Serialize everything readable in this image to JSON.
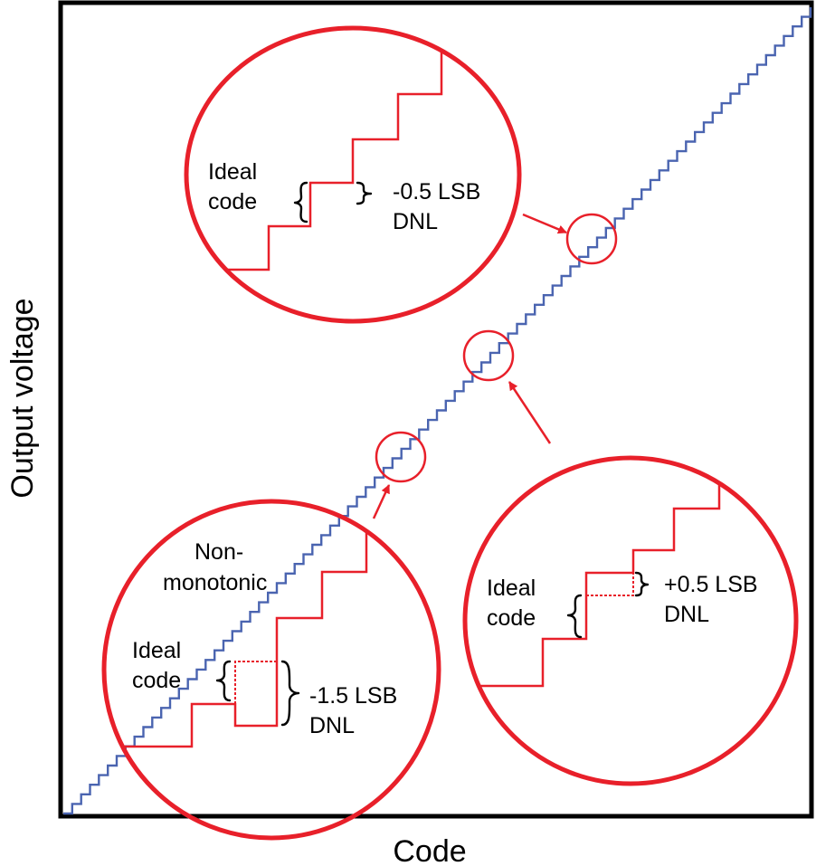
{
  "axes": {
    "x_label": "Code",
    "y_label": "Output voltage"
  },
  "colors": {
    "staircase": "#4a64b0",
    "highlight": "#e8202a",
    "frame": "#000000"
  },
  "callouts": {
    "top": {
      "ideal_line1": "Ideal",
      "ideal_line2": "code",
      "dnl_line1": "-0.5 LSB",
      "dnl_line2": "DNL"
    },
    "right": {
      "ideal_line1": "Ideal",
      "ideal_line2": "code",
      "dnl_line1": "+0.5 LSB",
      "dnl_line2": "DNL"
    },
    "left": {
      "caption_line1": "Non-",
      "caption_line2": "monotonic",
      "ideal_line1": "Ideal",
      "ideal_line2": "code",
      "dnl_line1": "-1.5 LSB",
      "dnl_line2": "DNL"
    }
  }
}
